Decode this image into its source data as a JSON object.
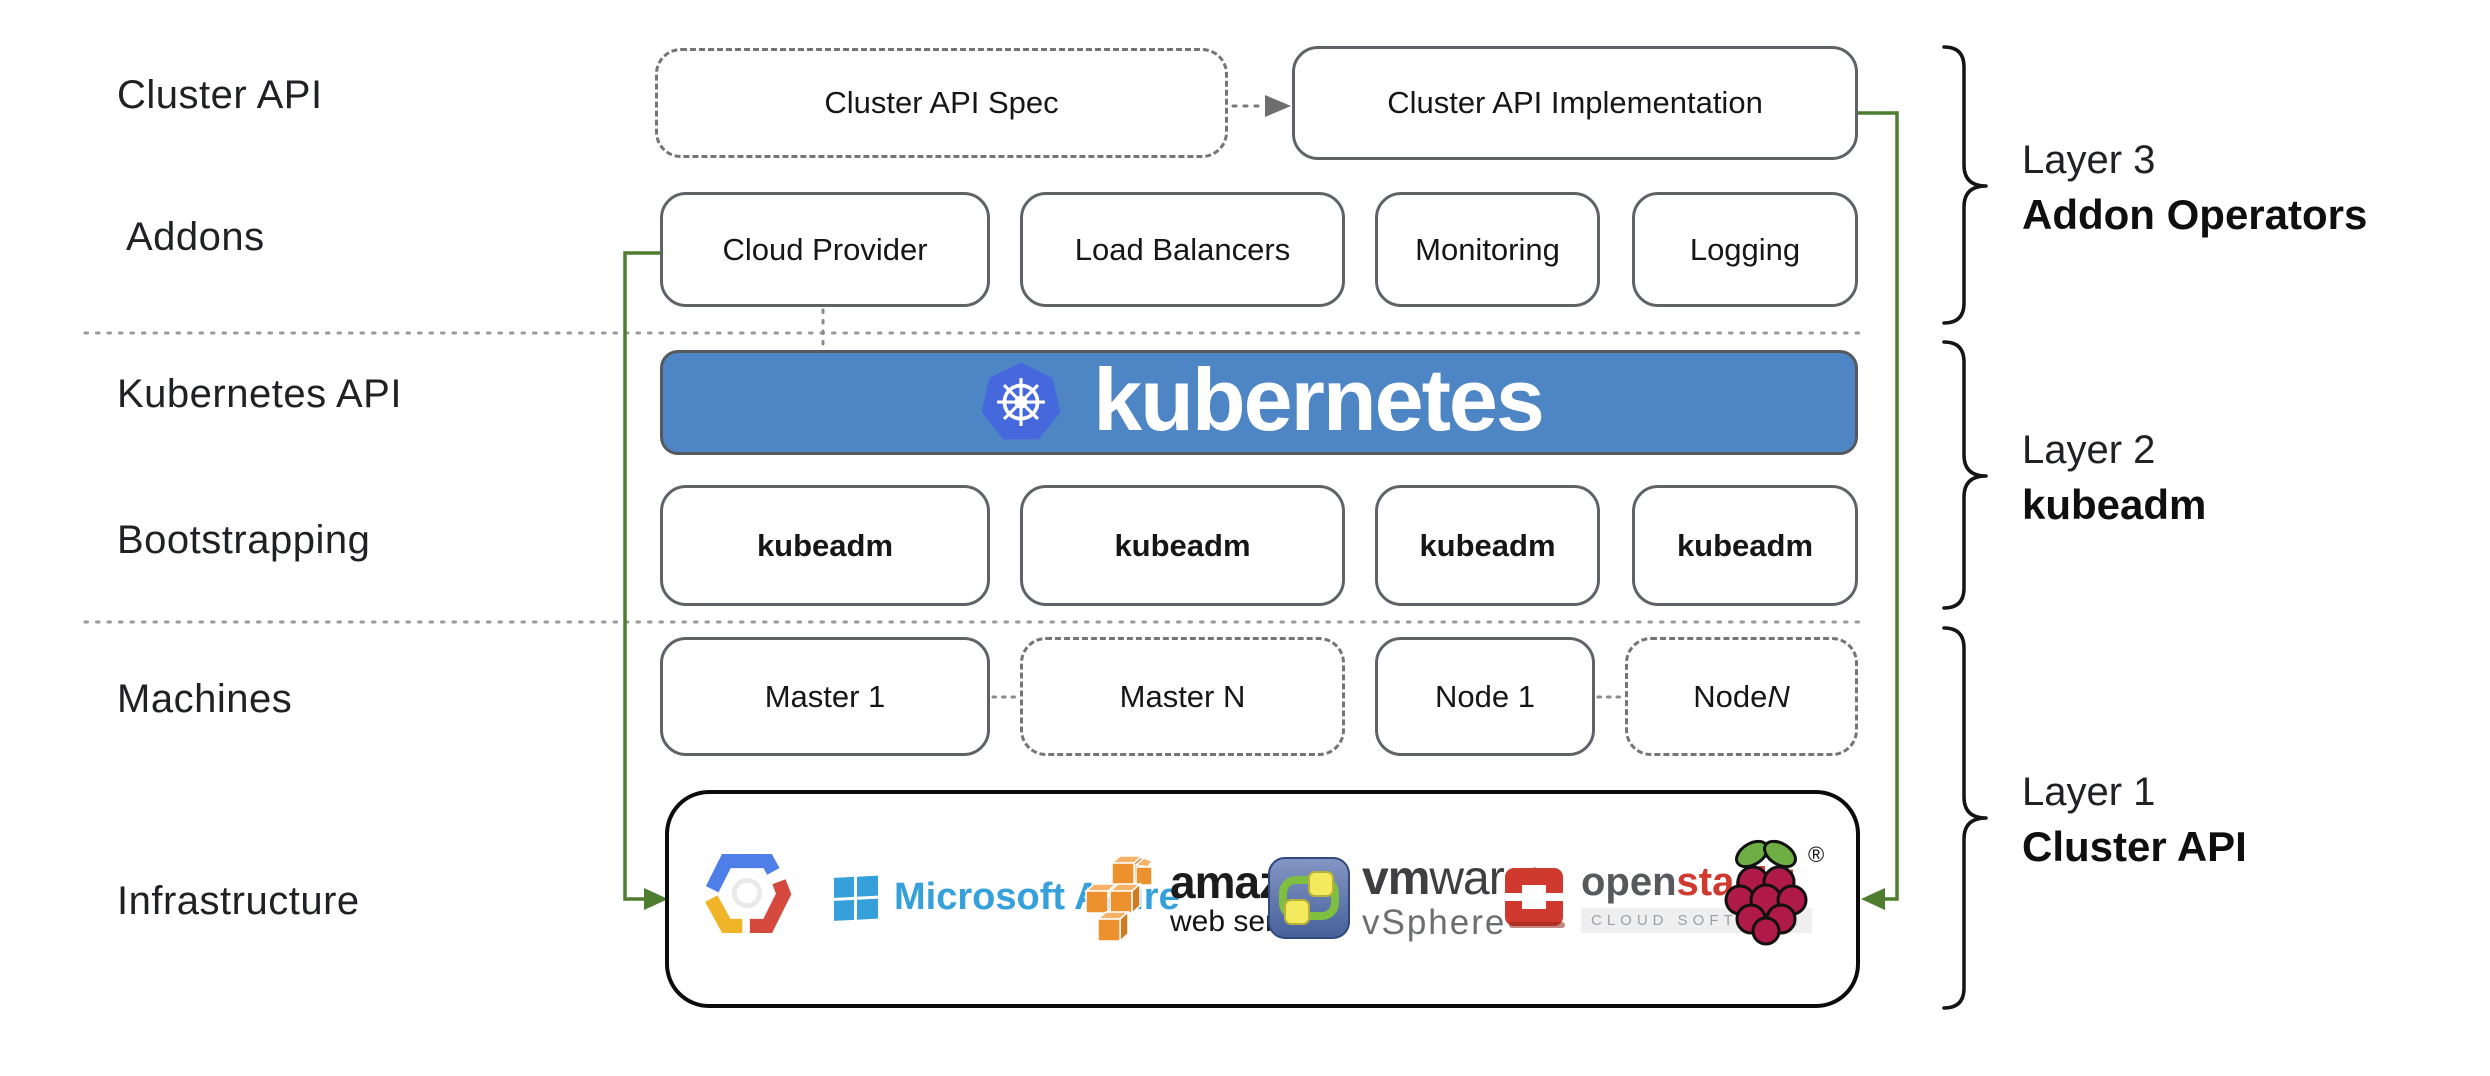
{
  "left_labels": [
    "Cluster API",
    "Addons",
    "Kubernetes API",
    "Bootstrapping",
    "Machines",
    "Infrastructure"
  ],
  "rows": {
    "cluster_api": {
      "spec": "Cluster API Spec",
      "implementation": "Cluster API Implementation"
    },
    "addons": [
      "Cloud Provider",
      "Load Balancers",
      "Monitoring",
      "Logging"
    ],
    "kubernetes_banner": {
      "text": "kubernetes"
    },
    "bootstrapping": [
      "kubeadm",
      "kubeadm",
      "kubeadm",
      "kubeadm"
    ],
    "machines": {
      "master_1": "Master 1",
      "master_n": "Master N",
      "node_1": "Node 1",
      "node_n_prefix": "Node ",
      "node_n_italic": "N"
    }
  },
  "layers": [
    {
      "line1": "Layer 3",
      "line2": "Addon Operators"
    },
    {
      "line1": "Layer 2",
      "line2": "kubeadm"
    },
    {
      "line1": "Layer 1",
      "line2": "Cluster API"
    }
  ],
  "infrastructure": {
    "logos": [
      "google-cloud",
      "microsoft-azure",
      "amazon-web-services",
      "vmware-vsphere",
      "openstack",
      "raspberry-pi"
    ],
    "azure_text": "Microsoft Azure",
    "aws_text": "amazon",
    "aws_sub": "web services",
    "vmware_bold": "vm",
    "vmware_rest": "ware",
    "vmware_reg": "®",
    "vmware_sub": "vSphere",
    "openstack_gray": "open",
    "openstack_red": "stack",
    "openstack_tm": "™",
    "openstack_sub": "CLOUD SOFTWARE",
    "raspberry_mark": "®"
  },
  "colors": {
    "accent_green": "#4e7d2f",
    "banner_blue": "#4e86c5",
    "k8s_logo_blue": "#4569dd",
    "border_gray": "#5f6368",
    "dotted_gray": "#8a8a8a",
    "azure_blue": "#35a0da",
    "aws_orange": "#ec912d",
    "gcp_blue": "#4e7fe8",
    "gcp_red": "#d6493f",
    "gcp_yellow": "#f0b428",
    "vmware_green": "#7fbf3f",
    "openstack_red": "#cf392e",
    "raspberry_crimson": "#b01a49",
    "leaf_green": "#6fae44"
  }
}
